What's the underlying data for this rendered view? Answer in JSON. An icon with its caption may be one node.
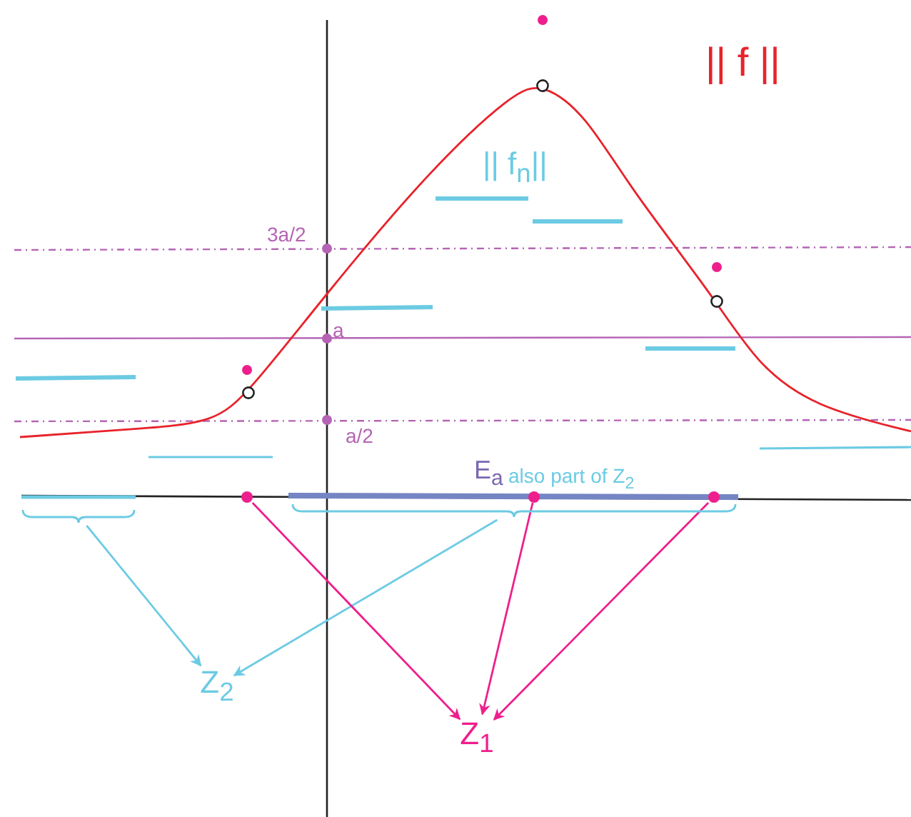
{
  "diagram": {
    "nodes": [
      {
        "text": [
          "Z$_{2}$"
        ]
      },
      {
        "text": [
          "Z$_{1}$"
        ]
      },
      {
        "text": [],
        "shape": "brace"
      },
      {
        "text": [],
        "shape": "brace"
      },
      {
        "text": [],
        "shape": "circle"
      },
      {
        "text": [],
        "shape": "circle"
      },
      {
        "text": [],
        "shape": "circle"
      }
    ],
    "edges": [
      {
        "from": 2,
        "to": 0,
        "arrow": "to",
        "color": "#6ccbe3"
      },
      {
        "from": 3,
        "to": 0,
        "arrow": "to",
        "color": "#6ccbe3"
      },
      {
        "from": 4,
        "to": 1,
        "arrow": "to"
      },
      {
        "from": 5,
        "to": 1,
        "arrow": "to"
      },
      {
        "from": 6,
        "to": 1,
        "arrow": "to"
      }
    ],
    "labels": [
      "|| f ||",
      "|| f$_{n}$||",
      "3a/2",
      "a",
      "a/2",
      "E$_{a}$",
      "also part of Z$_{2}$"
    ]
  }
}
